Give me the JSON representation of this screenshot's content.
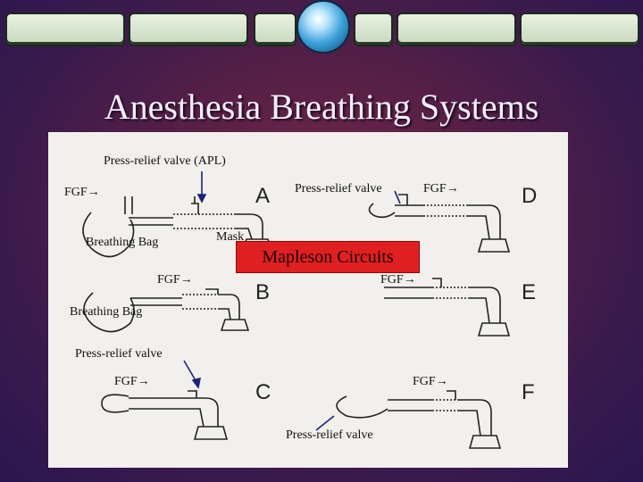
{
  "slide": {
    "title": "Anesthesia Breathing Systems",
    "banner": "Mapleson Circuits"
  },
  "labels": {
    "press_relief_apl": "Press-relief valve  (APL)",
    "fgf_a": "FGF",
    "press_relief_d": "Press-relief valve",
    "fgf_d": "FGF",
    "breathing_bag_a": "Breathing Bag",
    "mask": "Mask",
    "fgf_b": "FGF",
    "fgf_e": "FGF",
    "breathing_bag_b": "Breathing Bag",
    "press_relief_c": "Press-relief valve",
    "fgf_c": "FGF",
    "fgf_f": "FGF",
    "press_relief_f": "Press-relief valve"
  },
  "circuit_letters": {
    "a": "A",
    "b": "B",
    "c": "C",
    "d": "D",
    "e": "E",
    "f": "F"
  },
  "arrow_glyph": "→",
  "colors": {
    "title": "#f4f0ff",
    "banner_bg": "#e02020",
    "arrow": "#1a237e"
  }
}
